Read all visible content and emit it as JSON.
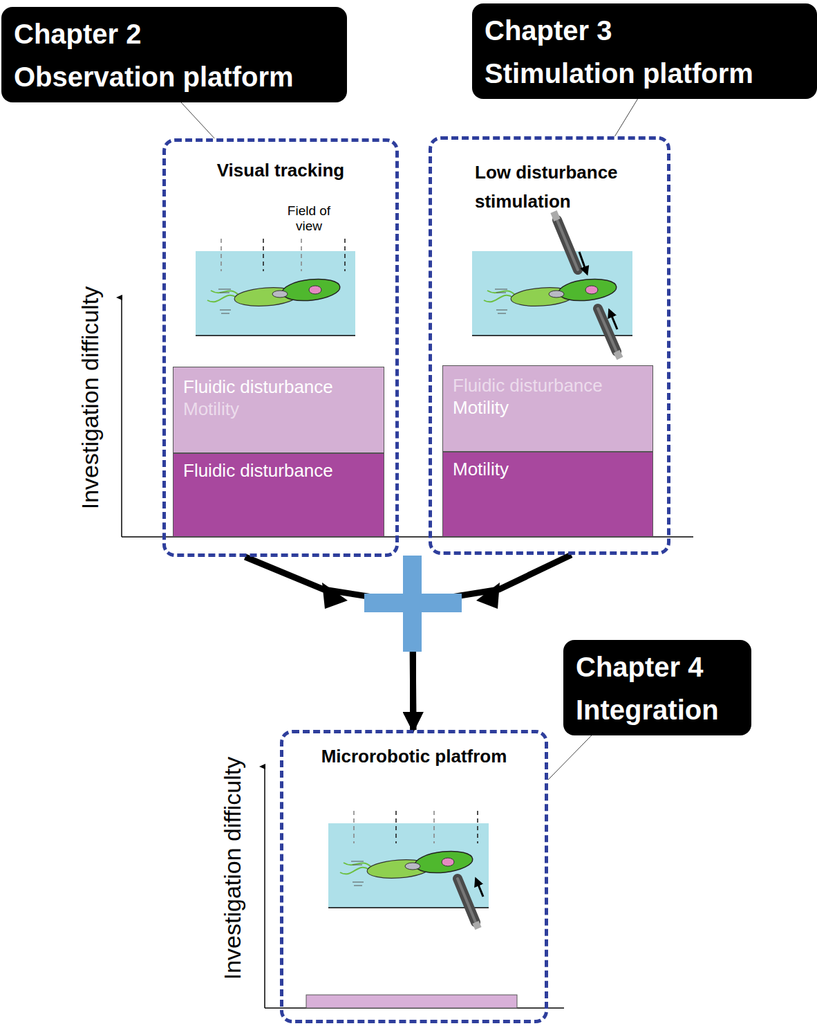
{
  "diagram": {
    "nodes": [
      {
        "text": [
          "Chapter 2 Observation platform"
        ]
      },
      {
        "text": [
          "Visual tracking"
        ]
      },
      {
        "text": [
          "Fluidic disturbance",
          "Motility"
        ],
        "in": 1
      },
      {
        "text": [
          "Fluidic disturbance"
        ],
        "in": 1
      },
      {
        "text": [
          "Chapter 3 Stimulation platform"
        ]
      },
      {
        "text": [
          "Low disturbance stimulation"
        ]
      },
      {
        "text": [
          "Fluidic disturbance",
          "Motility"
        ],
        "in": 5
      },
      {
        "text": [
          "Motility"
        ],
        "in": 5
      },
      {
        "text": [
          "Chapter 4 Integration"
        ]
      },
      {
        "text": [
          "Microrobotic platfrom"
        ]
      }
    ],
    "edges": [
      {
        "from": 0,
        "to": 1,
        "arrow": "none"
      },
      {
        "from": 4,
        "to": 5,
        "arrow": "none"
      },
      {
        "from": 1,
        "to": 9,
        "arrow": "to"
      },
      {
        "from": 5,
        "to": 9,
        "arrow": "to"
      },
      {
        "from": 8,
        "to": 9,
        "arrow": "none"
      }
    ],
    "labels": [
      "Investigation difficulty",
      "Field of view",
      "Investigation difficulty"
    ]
  }
}
